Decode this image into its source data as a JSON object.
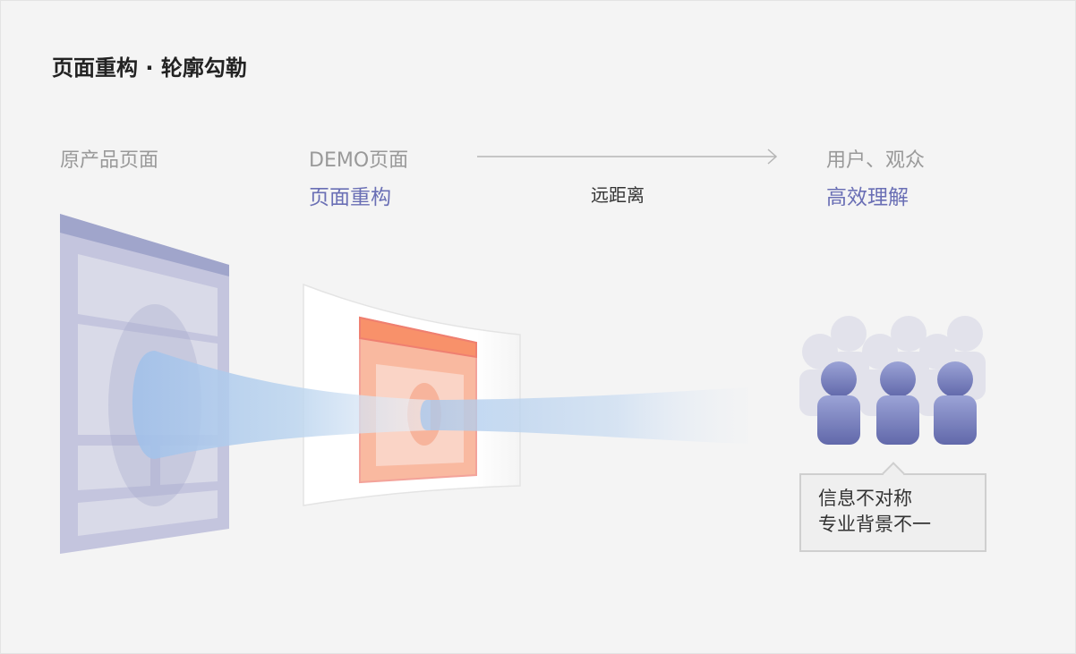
{
  "title": "页面重构 · 轮廓勾勒",
  "stages": {
    "original": {
      "label": "原产品页面"
    },
    "demo": {
      "label": "DEMO页面",
      "accent": "页面重构"
    },
    "audience": {
      "label": "用户、观众",
      "accent": "高效理解"
    }
  },
  "arrow": {
    "label": "远距离"
  },
  "callout": {
    "line1": "信息不对称",
    "line2": "专业背景不一"
  },
  "colors": {
    "accent": "#6a6fb5",
    "page": "#c4c5de",
    "demo": "#f9b9a0",
    "beam": "#9fc2e8"
  }
}
